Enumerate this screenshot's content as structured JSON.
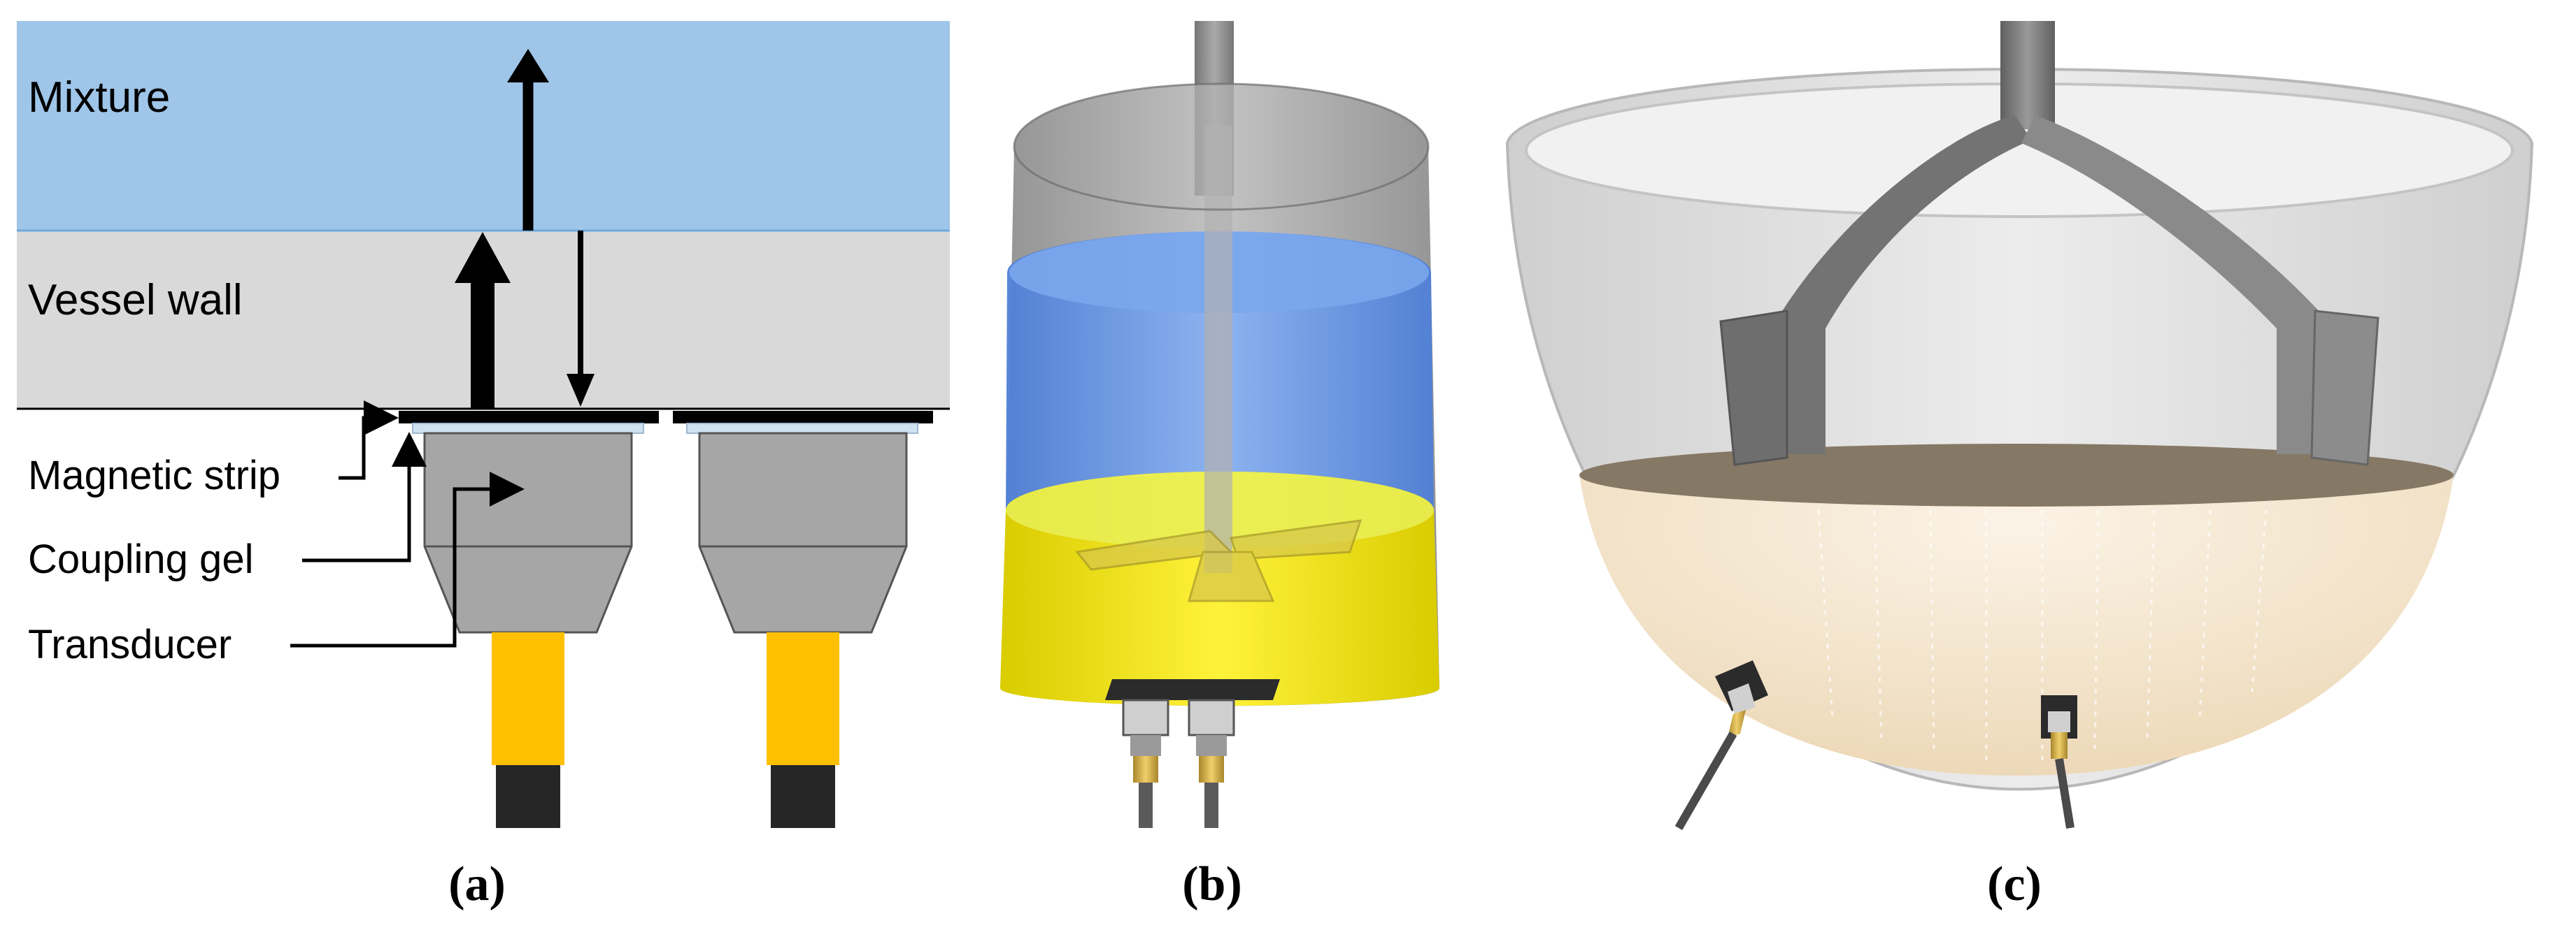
{
  "panels": {
    "a": {
      "caption": "(a)",
      "layers": {
        "mixture": "Mixture",
        "vessel_wall": "Vessel wall"
      },
      "callouts": {
        "magnetic_strip": "Magnetic strip",
        "coupling_gel": "Coupling gel",
        "transducer": "Transducer"
      },
      "colors": {
        "mixture": "#9fc5e8",
        "vessel_wall": "#d9d9d9",
        "transducer_body": "#a6a6a6",
        "connector": "#ffc000",
        "cable": "#262626",
        "gel": "#cfe2f3"
      }
    },
    "b": {
      "caption": "(b)",
      "colors": {
        "blue_phase": "#6d9eeb",
        "yellow_phase": "#f0e000",
        "vessel": "#8a8a8a"
      }
    },
    "c": {
      "caption": "(c)",
      "colors": {
        "liquid_surface": "#857865",
        "liquid_body": "#f3e5cf",
        "vessel": "#d8d8d8"
      }
    }
  }
}
